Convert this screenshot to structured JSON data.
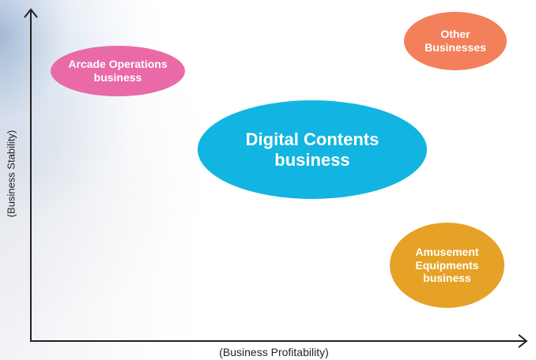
{
  "diagram": {
    "x_axis_label": "(Business Profitability)",
    "y_axis_label": "(Business Stability)",
    "bubbles": [
      {
        "id": "arcade",
        "lines": [
          "Arcade Operations",
          "business"
        ],
        "color": "#e96aa6"
      },
      {
        "id": "other",
        "lines": [
          "Other",
          "Businesses"
        ],
        "color": "#f37f5b"
      },
      {
        "id": "digital",
        "lines": [
          "Digital Contents",
          "business"
        ],
        "color": "#12b5e1"
      },
      {
        "id": "amusement",
        "lines": [
          "Amusement",
          "Equipments",
          "business"
        ],
        "color": "#e6a226"
      }
    ]
  }
}
